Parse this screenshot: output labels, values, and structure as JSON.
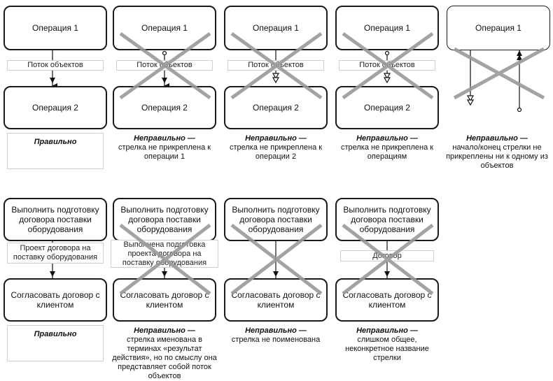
{
  "row1": {
    "op1": "Операция 1",
    "op2": "Операция 2",
    "flow": "Поток объектов",
    "captions": [
      {
        "head": "Правильно",
        "text": ""
      },
      {
        "head": "Неправильно —",
        "text": "стрелка не прикреплена к операции 1"
      },
      {
        "head": "Неправильно —",
        "text": "стрелка не прикреплена к операции 2"
      },
      {
        "head": "Неправильно —",
        "text": "стрелка не прикреплена к операциям"
      },
      {
        "head": "Неправильно —",
        "text": "начало/конец стрелки не прикреплены ни к одному из объектов"
      }
    ]
  },
  "row2": {
    "prep": "Выполнить подготовку договора поставки оборудования",
    "agree": "Согласовать договор с клиентом",
    "labels": {
      "correct": "Проект договора на поставку оборудования",
      "action": "Выполнена подготовка проекта договора на поставку оборудования",
      "generic": "Договор"
    },
    "captions": [
      {
        "head": "Правильно",
        "text": ""
      },
      {
        "head": "Неправильно —",
        "text": "стрелка именована в терминах «результат действия», но по смыслу она представляет собой поток объектов"
      },
      {
        "head": "Неправильно —",
        "text": "стрелка не поименована"
      },
      {
        "head": "Неправильно —",
        "text": "слишком общее, неконкретное название стрелки"
      }
    ]
  }
}
